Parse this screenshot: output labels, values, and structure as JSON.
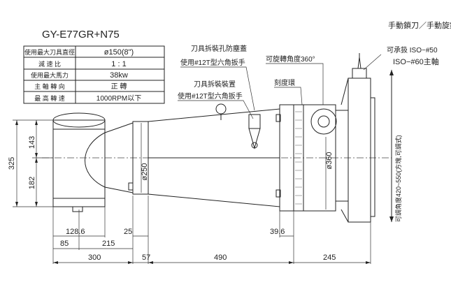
{
  "model": "GY-E77GR+N75",
  "spec_table": [
    {
      "label": "使用最大刀具直徑",
      "value": "ø150(8\")"
    },
    {
      "label": "減 速 比",
      "value": "1 : 1"
    },
    {
      "label": "使用最大馬力",
      "value": "38kw"
    },
    {
      "label": "主 軸 轉 向",
      "value": "正  轉"
    },
    {
      "label": "最 高 轉 速",
      "value": "1000RPM以下"
    }
  ],
  "callouts": {
    "top_right": "手動鎖刀／手動旋鎖",
    "taper_line1": "可承扱 ISO−#50",
    "taper_line2": "ISO−#60主軸",
    "tool_cover_title": "刀具拆裝孔防塵蓋",
    "tool_cover_wrench": "使用#12T型六角扳手",
    "tool_device_title": "刀具拆裝裝置",
    "tool_device_wrench": "使用#12T型六角扳手",
    "rotatable": "可旋轉角度360°",
    "scale_ring": "刻度環",
    "vertical_range": "可調角度420~550(方塊,可調式)"
  },
  "dimensions": {
    "d143": "143",
    "d182": "182",
    "d325": "325",
    "d128_6": "128.6",
    "d25": "25",
    "d39_6": "39.6",
    "d85": "85",
    "d215": "215",
    "d300": "300",
    "d57": "57",
    "d490": "490",
    "d245": "245",
    "dia250": "ø250",
    "dia360": "ø360"
  }
}
